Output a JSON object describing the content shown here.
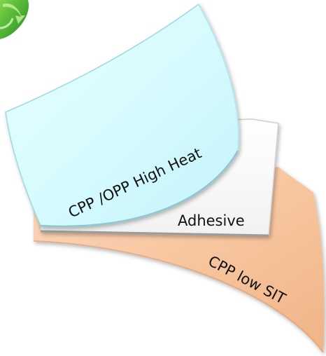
{
  "diagram": {
    "layers": [
      {
        "id": "top",
        "label": "CPP /OPP High Heat",
        "color": "#d6fbff"
      },
      {
        "id": "middle",
        "label": "Adhesive",
        "color": "#ffffff"
      },
      {
        "id": "bottom",
        "label": "CPP low SIT",
        "color": "#f8c9a4"
      }
    ],
    "logo_icon": "recycle-leaf-icon",
    "logo_color": "#2fa52a"
  }
}
